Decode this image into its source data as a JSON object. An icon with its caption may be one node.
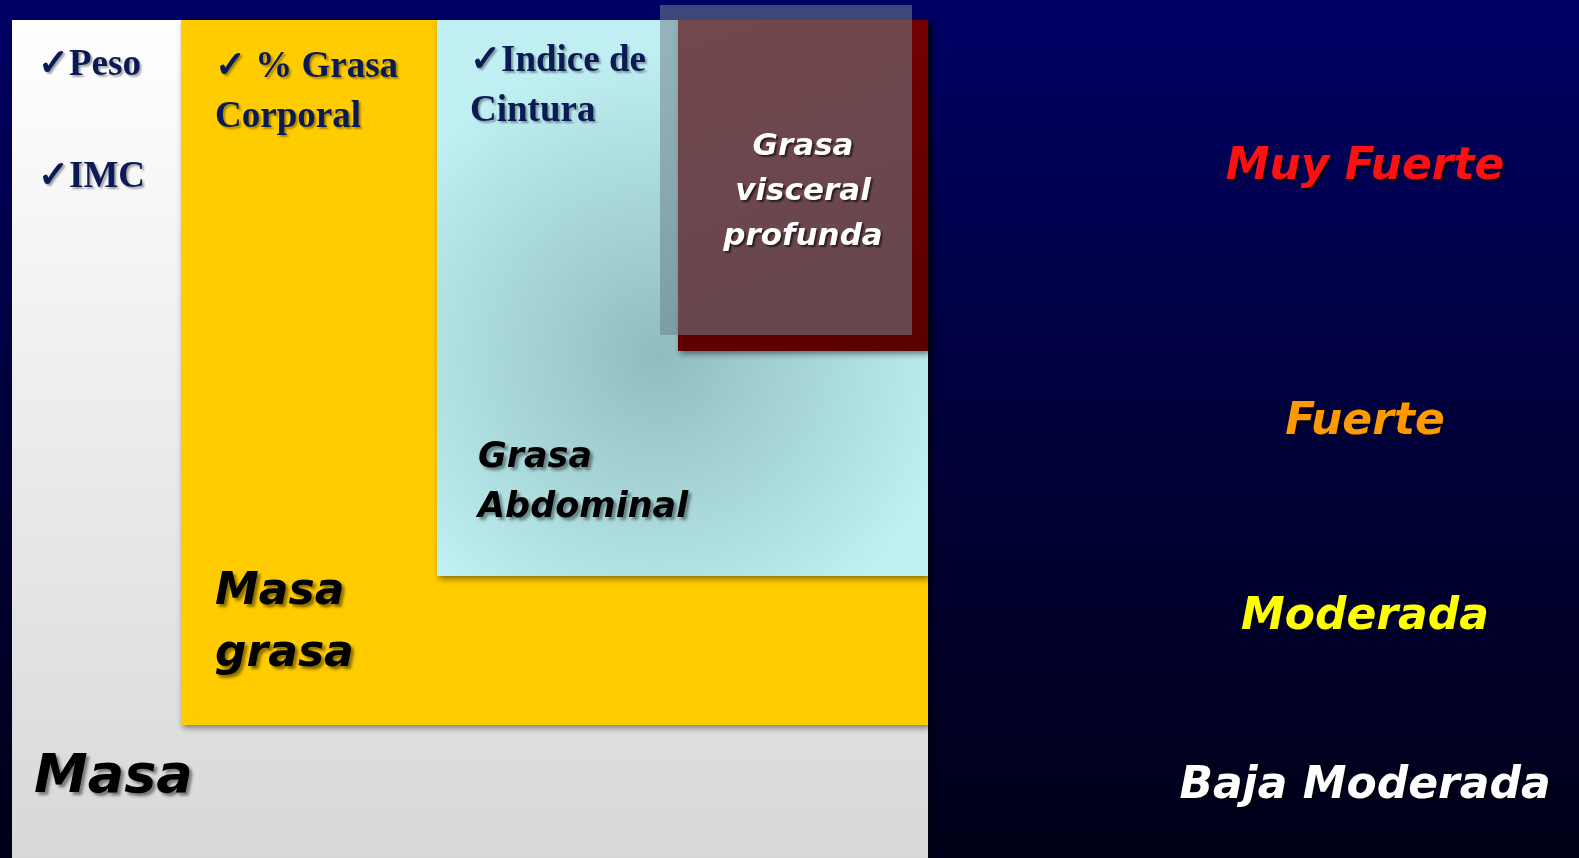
{
  "diagram": {
    "nodes": [
      {
        "text": [
          "✓Peso",
          "✓IMC",
          "Masa"
        ]
      },
      {
        "text": [
          "✓ % Grasa Corporal",
          "Masa grasa"
        ],
        "in": 0
      },
      {
        "text": [
          "✓Indice de Cintura",
          "Grasa Abdominal"
        ],
        "in": 1
      },
      {
        "text": [
          "Grasa visceral profunda"
        ],
        "in": 2
      }
    ],
    "labels": [
      "Muy Fuerte",
      "Fuerte",
      "Moderada",
      "Baja Moderada"
    ]
  }
}
